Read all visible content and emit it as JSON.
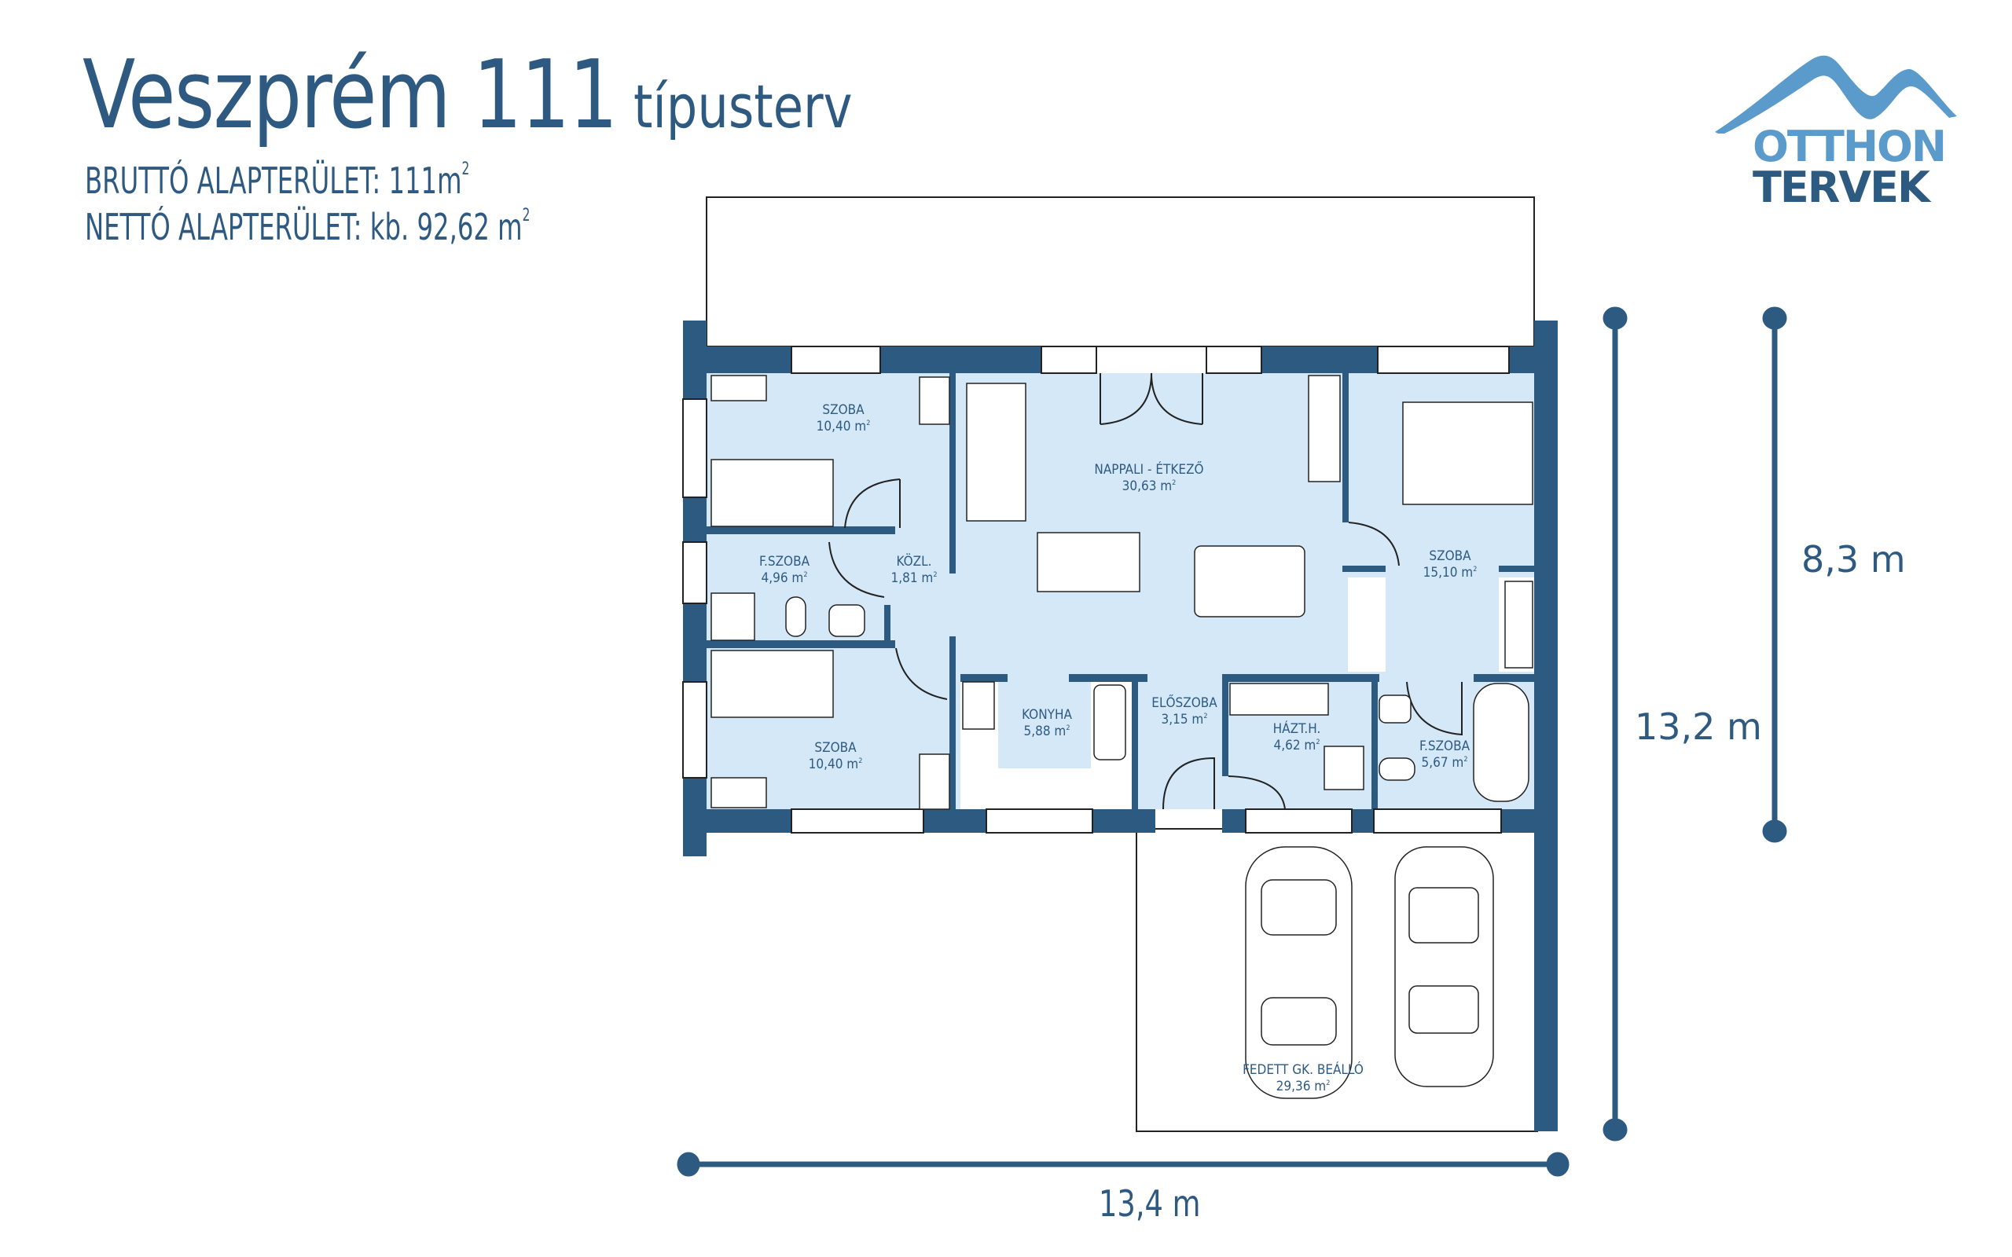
{
  "header": {
    "title_main": "Veszprém 111",
    "title_sub": "típusterv",
    "gross_area_label": "BRUTTÓ ALAPTERÜLET: 111m",
    "gross_area_sup": "2",
    "net_area_label": "NETTÓ ALAPTERÜLET: kb. 92,62 m",
    "net_area_sup": "2"
  },
  "logo": {
    "line1": "OTTHON",
    "line2": "TERVEK",
    "color_light": "#5b9bcb",
    "color_dark": "#2d5a80"
  },
  "colors": {
    "wall": "#2d5a80",
    "room_fill": "#d5e8f7",
    "text": "#2e5a82",
    "furniture": "#ffffff",
    "outline": "#222222"
  },
  "rooms": [
    {
      "name": "SZOBA",
      "area": "10,40 m",
      "sup": "2"
    },
    {
      "name": "NAPPALI - ÉTKEZŐ",
      "area": "30,63 m",
      "sup": "2"
    },
    {
      "name": "SZOBA",
      "area": "15,10 m",
      "sup": "2"
    },
    {
      "name": "F.SZOBA",
      "area": "4,96 m",
      "sup": "2"
    },
    {
      "name": "KÖZL.",
      "area": "1,81 m",
      "sup": "2"
    },
    {
      "name": "SZOBA",
      "area": "10,40 m",
      "sup": "2"
    },
    {
      "name": "KONYHA",
      "area": "5,88 m",
      "sup": "2"
    },
    {
      "name": "ELŐSZOBA",
      "area": "3,15 m",
      "sup": "2"
    },
    {
      "name": "HÁZT.H.",
      "area": "4,62 m",
      "sup": "2"
    },
    {
      "name": "F.SZOBA",
      "area": "5,67 m",
      "sup": "2"
    },
    {
      "name": "FEDETT GK. BEÁLLÓ",
      "area": "29,36 m",
      "sup": "2"
    }
  ],
  "dimensions": {
    "width": "13,4 m",
    "total_depth": "13,2 m",
    "house_depth": "8,3 m"
  }
}
